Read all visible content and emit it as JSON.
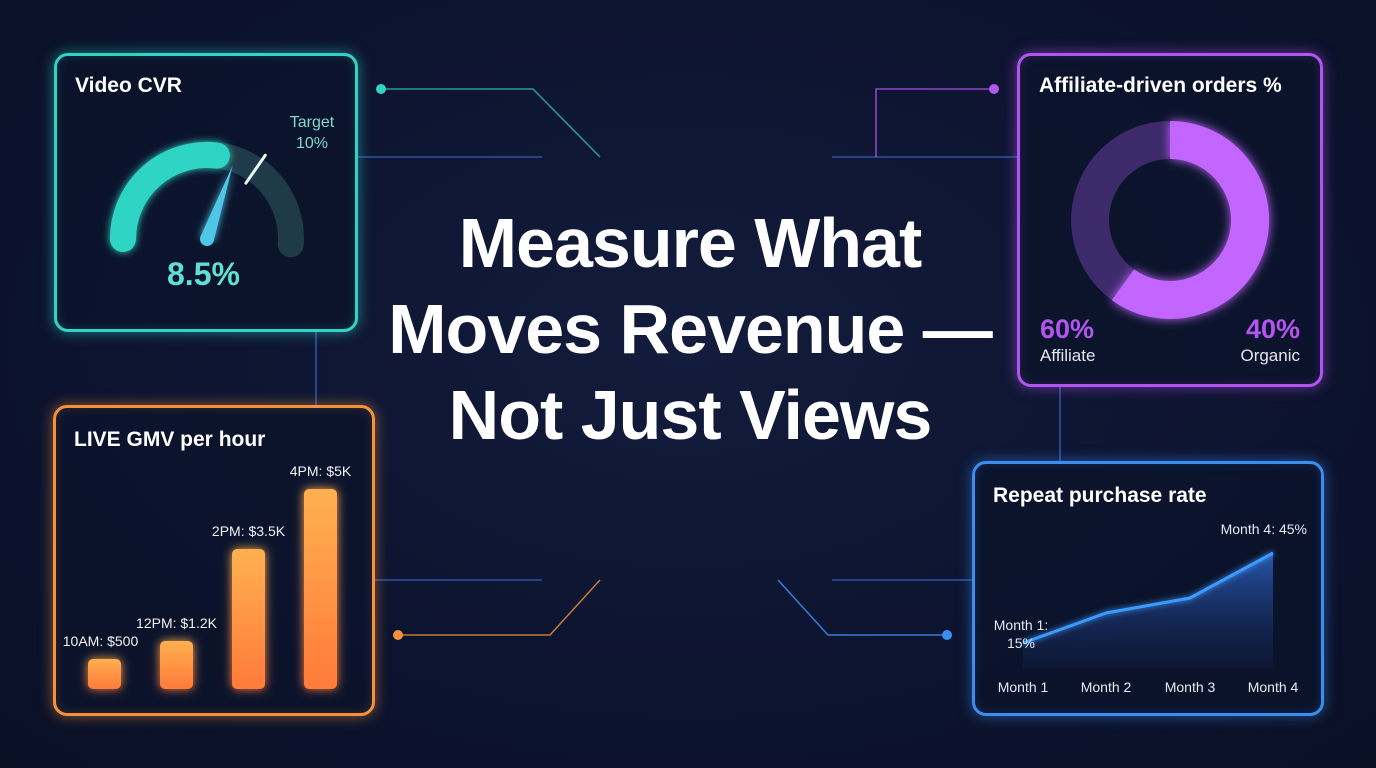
{
  "headline": {
    "line1": "Measure What",
    "line2": "Moves Revenue —",
    "line3": "Not Just Views"
  },
  "colors": {
    "teal": "#2fd4c4",
    "purple": "#b354f0",
    "orange": "#f4923a",
    "blue": "#3a8ef2",
    "background": "#0d1430"
  },
  "chart_data": [
    {
      "type": "gauge",
      "title": "Video CVR",
      "value": 8.5,
      "value_label": "8.5%",
      "target": 10,
      "target_label_line1": "Target",
      "target_label_line2": "10%",
      "range": [
        0,
        10
      ]
    },
    {
      "type": "pie",
      "title": "Affiliate-driven orders %",
      "categories": [
        "Affiliate",
        "Organic"
      ],
      "values": [
        60,
        40
      ],
      "value_labels": [
        "60%",
        "40%"
      ]
    },
    {
      "type": "bar",
      "title": "LIVE GMV per hour",
      "categories": [
        "10AM",
        "12PM",
        "2PM",
        "4PM"
      ],
      "values": [
        500,
        1200,
        3500,
        5000
      ],
      "data_labels": [
        "10AM: $500",
        "12PM: $1.2K",
        "2PM: $3.5K",
        "4PM: $5K"
      ],
      "ylim": [
        0,
        5000
      ]
    },
    {
      "type": "area",
      "title": "Repeat purchase rate",
      "categories": [
        "Month 1",
        "Month 2",
        "Month 3",
        "Month 4"
      ],
      "values": [
        15,
        25,
        30,
        45
      ],
      "annotations": [
        {
          "index": 0,
          "line1": "Month 1:",
          "line2": "15%"
        },
        {
          "index": 3,
          "text": "Month 4: 45%"
        }
      ],
      "ylim": [
        0,
        50
      ]
    }
  ]
}
